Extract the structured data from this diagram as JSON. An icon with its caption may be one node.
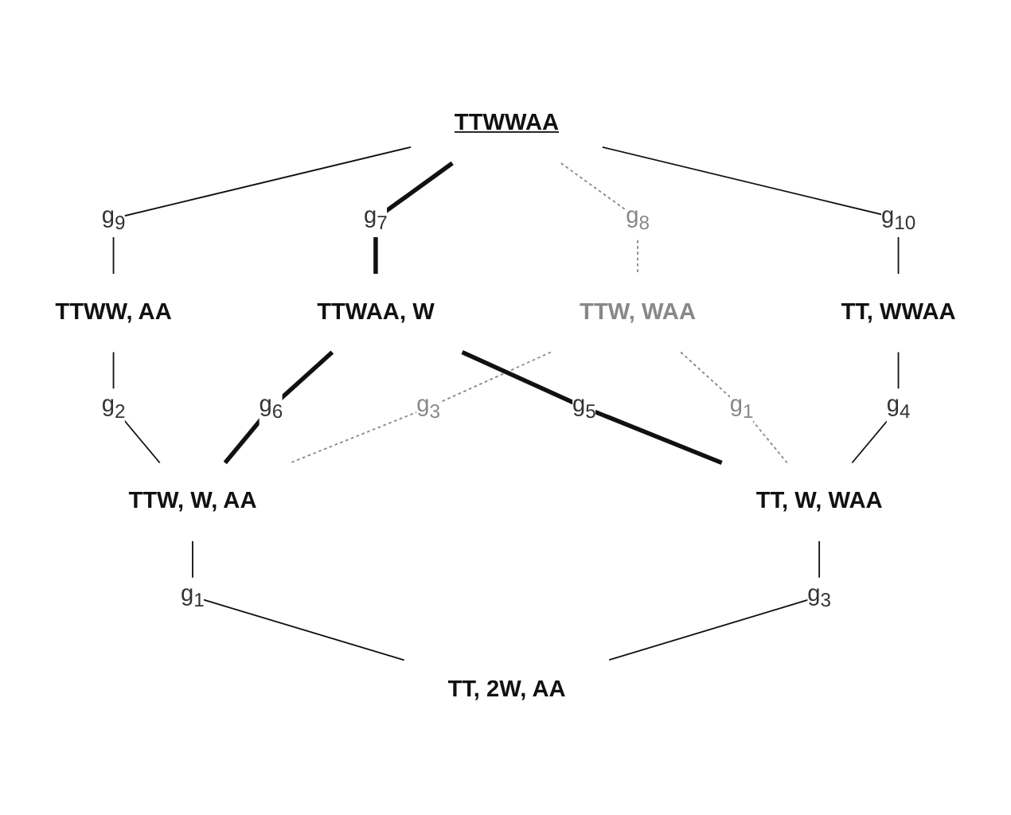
{
  "diagram": {
    "nodes": [
      {
        "text": [
          "TTWWAA"
        ]
      },
      {
        "text": [
          "TTWW, AA"
        ]
      },
      {
        "text": [
          "TTWAA, W"
        ]
      },
      {
        "text": [
          "TTW, WAA"
        ]
      },
      {
        "text": [
          "TT, WWAA"
        ]
      },
      {
        "text": [
          "TTW, W, AA"
        ]
      },
      {
        "text": [
          "TT, W, WAA"
        ]
      },
      {
        "text": [
          "TT, 2W, AA"
        ]
      }
    ],
    "edges": [
      {
        "from": 0,
        "to": 1,
        "arrow": "none",
        "label": "g$_{9}$"
      },
      {
        "from": 0,
        "to": 2,
        "arrow": "none",
        "label": "g$_{7}$",
        "style": "thick"
      },
      {
        "from": 0,
        "to": 3,
        "arrow": "none",
        "label": "g$_{8}$",
        "style": "dashed",
        "color": "#888888"
      },
      {
        "from": 0,
        "to": 4,
        "arrow": "none",
        "label": "g$_{10}$"
      },
      {
        "from": 1,
        "to": 5,
        "arrow": "none",
        "label": "g$_{2}$"
      },
      {
        "from": 2,
        "to": 5,
        "arrow": "none",
        "label": "g$_{6}$",
        "style": "thick"
      },
      {
        "from": 3,
        "to": 5,
        "arrow": "none",
        "label": "g$_{3}$",
        "style": "dashed",
        "color": "#888888"
      },
      {
        "from": 2,
        "to": 6,
        "arrow": "none",
        "label": "g$_{5}$",
        "style": "thick"
      },
      {
        "from": 3,
        "to": 6,
        "arrow": "none",
        "label": "g$_{1}$",
        "style": "dashed",
        "color": "#888888"
      },
      {
        "from": 4,
        "to": 6,
        "arrow": "none",
        "label": "g$_{4}$"
      },
      {
        "from": 5,
        "to": 7,
        "arrow": "none",
        "label": "g$_{1}$"
      },
      {
        "from": 6,
        "to": 7,
        "arrow": "none",
        "label": "g$_{3}$"
      }
    ]
  }
}
